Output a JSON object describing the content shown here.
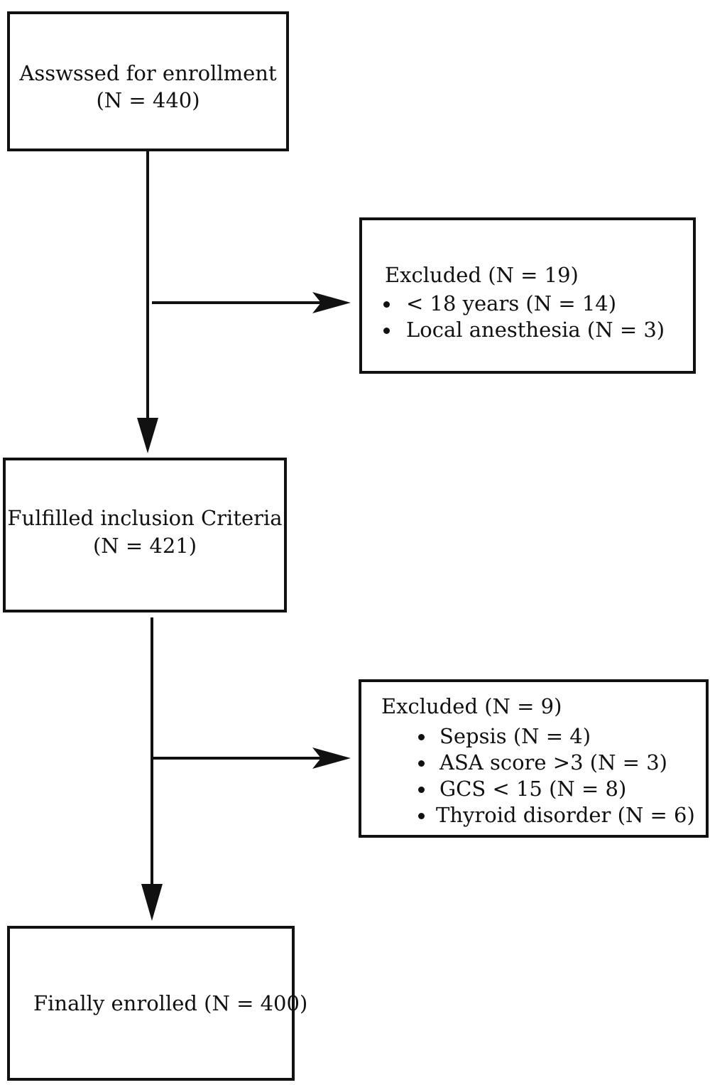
{
  "boxes": {
    "assessed": {
      "line1": "Asswssed for enrollment",
      "line2": "(N = 440)"
    },
    "excluded_1": {
      "title": "Excluded (N = 19)",
      "items": [
        "< 18 years (N = 14)",
        "Local anesthesia (N = 3)"
      ]
    },
    "fulfilled": {
      "line1": "Fulfilled inclusion Criteria",
      "line2": "(N = 421)"
    },
    "excluded_2": {
      "title": "Excluded (N = 9)",
      "items": [
        "Sepsis (N = 4)",
        "ASA score >3 (N = 3)",
        "GCS < 15 (N = 8)",
        "Thyroid disorder (N = 6)"
      ]
    },
    "enrolled": {
      "line1": "Finally enrolled (N = 400)"
    }
  },
  "colors": {
    "stroke": "#111111",
    "background": "#ffffff"
  }
}
